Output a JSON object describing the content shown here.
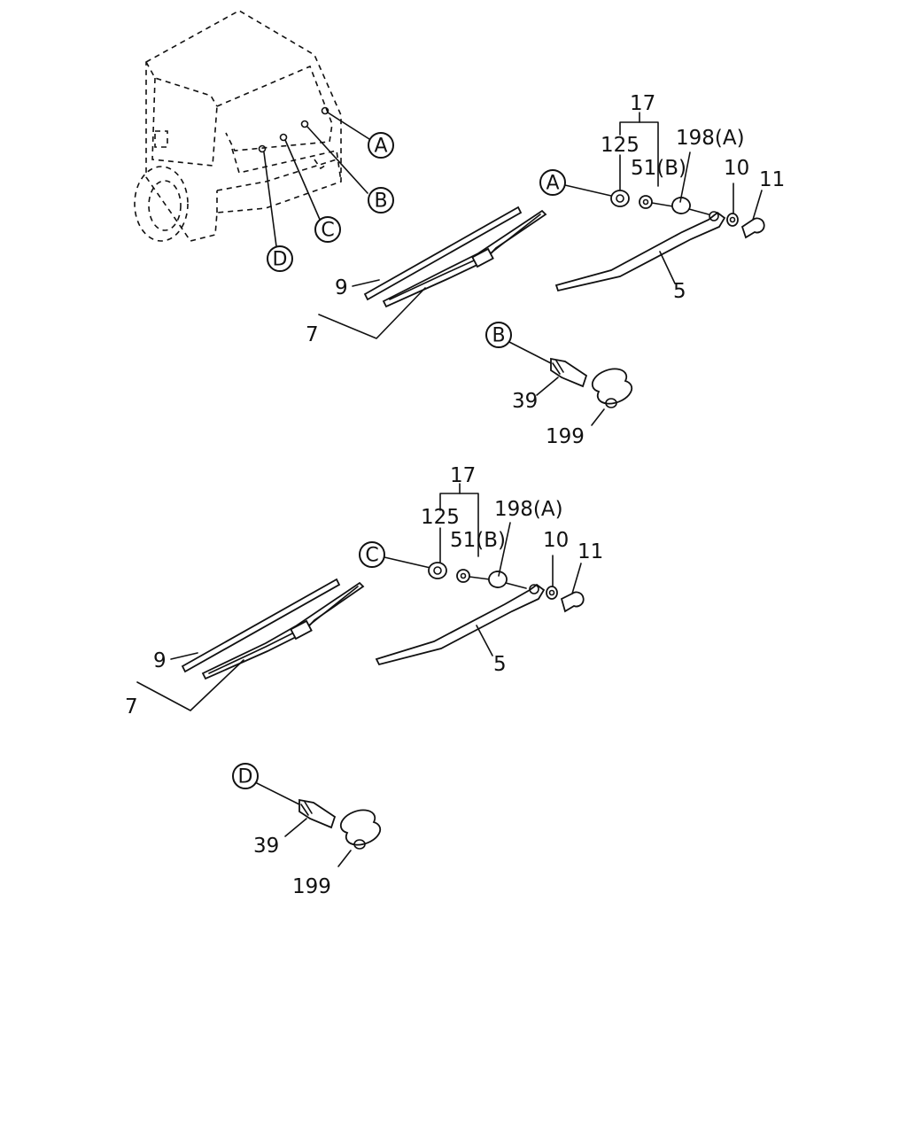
{
  "diagram": {
    "callouts": {
      "a": "A",
      "b": "B",
      "c": "C",
      "d": "D"
    },
    "top_assembly": {
      "kit": "17",
      "nut": "125",
      "washer": "51(B)",
      "cap": "198(A)",
      "washer_small": "10",
      "cover": "11",
      "arm": "5",
      "blade_rubber": "9",
      "blade_assembly": "7"
    },
    "washer_nozzle_b": {
      "nozzle": "39",
      "grommet": "199"
    },
    "bottom_assembly": {
      "kit": "17",
      "nut": "125",
      "washer": "51(B)",
      "cap": "198(A)",
      "washer_small": "10",
      "cover": "11",
      "arm": "5",
      "blade_rubber": "9",
      "blade_assembly": "7"
    },
    "washer_nozzle_d": {
      "nozzle": "39",
      "grommet": "199"
    }
  }
}
